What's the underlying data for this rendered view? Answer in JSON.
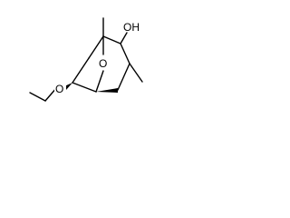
{
  "molecule": {
    "atoms": {
      "hydroxyl_label": "OH",
      "bridge_oxygen_label": "O",
      "ether_oxygen_label": "O"
    },
    "colors": {
      "bond": "#000000",
      "background": "#ffffff"
    },
    "substituents": [
      "ethoxy",
      "methyl",
      "methyl",
      "hydroxyl"
    ]
  }
}
